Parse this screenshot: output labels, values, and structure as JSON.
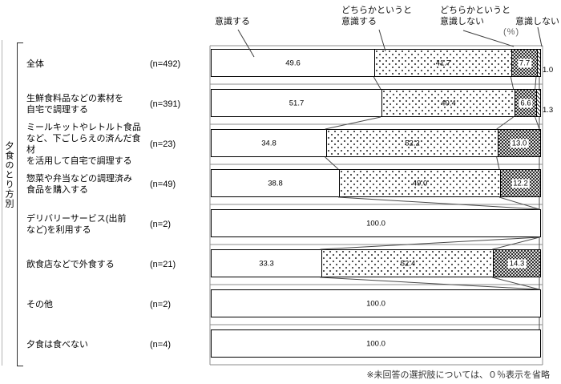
{
  "page": {
    "group_axis_label": "夕食のとり方別",
    "unit_label": "(%)",
    "footnote": "※未回答の選択肢については、０％表示を省略"
  },
  "legend_labels": [
    "意識する",
    "どちらかというと\n意識する",
    "どちらかというと\n意識しない",
    "意識しない"
  ],
  "chart_data": {
    "type": "bar",
    "subtype": "100pct-stacked-horizontal",
    "title": "",
    "xlim": [
      0,
      100
    ],
    "unit": "%",
    "group_axis_label": "夕食のとり方別",
    "series": [
      "意識する",
      "どちらかというと意識する",
      "どちらかというと意識しない",
      "意識しない"
    ],
    "rows": [
      {
        "category": "全体",
        "n": "(n=492)",
        "values": [
          "49.6",
          "41.7",
          "7.7",
          "1.0"
        ]
      },
      {
        "category": "生鮮食料品などの素材を\n自宅で調理する",
        "n": "(n=391)",
        "values": [
          "51.7",
          "40.4",
          "6.6",
          "1.3"
        ]
      },
      {
        "category": "ミールキットやレトルト食品\nなど、下ごしらえの済んだ食材\nを活用して自宅で調理する",
        "n": "(n=23)",
        "values": [
          "34.8",
          "52.2",
          "13.0",
          null
        ]
      },
      {
        "category": "惣菜や弁当などの調理済み\n食品を購入する",
        "n": "(n=49)",
        "values": [
          "38.8",
          "49.0",
          "12.2",
          null
        ]
      },
      {
        "category": "デリバリーサービス(出前\nなど)を利用する",
        "n": "(n=2)",
        "values": [
          "100.0",
          null,
          null,
          null
        ]
      },
      {
        "category": "飲食店などで外食する",
        "n": "(n=21)",
        "values": [
          "33.3",
          "52.4",
          "14.3",
          null
        ]
      },
      {
        "category": "その他",
        "n": "(n=2)",
        "values": [
          "100.0",
          null,
          null,
          null
        ]
      },
      {
        "category": "夕食は食べない",
        "n": "(n=4)",
        "values": [
          "100.0",
          null,
          null,
          null
        ]
      }
    ],
    "footnote": "※未回答の選択肢については、０％表示を省略",
    "colors": {
      "bar_border": "#000000",
      "grid": "#8c8c8c",
      "connector": "#4a4a4a",
      "leader": "#3c3c3c",
      "pattern_dark": "#303030",
      "pattern_light": "#dcdcdc",
      "text": "#000000",
      "note_text": "#333333",
      "unit_text": "#666666"
    }
  }
}
